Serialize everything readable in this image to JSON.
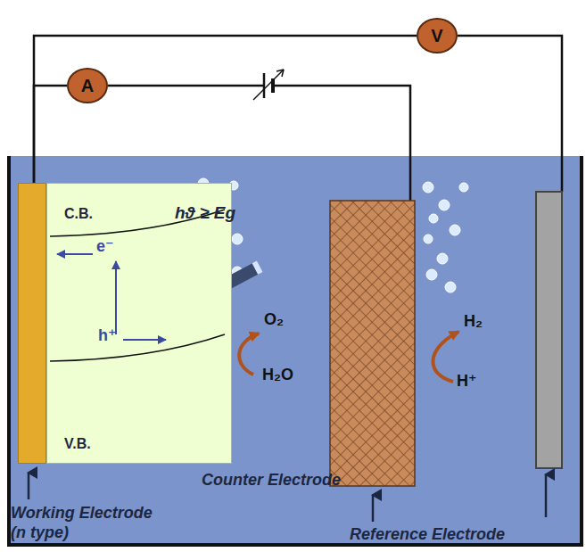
{
  "diagram": {
    "nodes": [
      {
        "text": [
          "V"
        ]
      },
      {
        "text": [
          "A"
        ]
      },
      {
        "text": [
          "C.B.",
          "e⁻",
          "h⁺",
          "V.B."
        ]
      }
    ],
    "edges": [
      {
        "from": 0,
        "to": 2,
        "arrow": "none"
      },
      {
        "from": 1,
        "to": 2,
        "arrow": "none"
      }
    ],
    "labels": [
      "hϑ ≥ Eg",
      "O₂",
      "H₂O",
      "H₂",
      "H⁺",
      "Counter Electrode",
      "Working Electrode (n type)",
      "Reference Electrode"
    ]
  }
}
